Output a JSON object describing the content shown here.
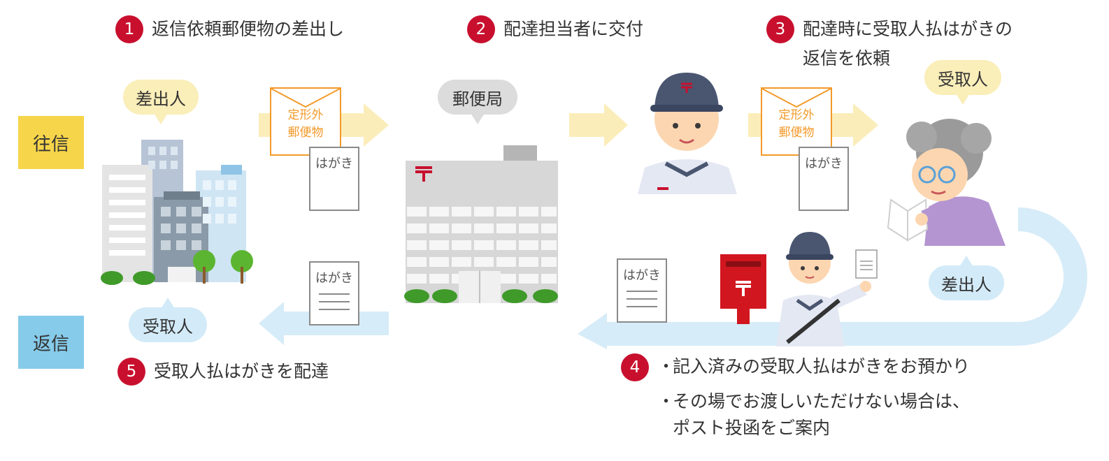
{
  "rows": {
    "outgoing": "往信",
    "reply": "返信"
  },
  "steps": [
    {
      "num": "1",
      "text": "返信依頼郵便物の差出し"
    },
    {
      "num": "2",
      "text": "配達担当者に交付"
    },
    {
      "num": "3",
      "line1": "配達時に受取人払はがきの",
      "line2": "返信を依頼"
    },
    {
      "num": "4",
      "b1": "記入済みの受取人払はがきをお預かり",
      "b2_line1": "その場でお渡しいただけない場合は、",
      "b2_line2": "ポスト投函をご案内"
    },
    {
      "num": "5",
      "text": "受取人払はがきを配達"
    }
  ],
  "bullet_mark": "・",
  "bubbles": {
    "sender_top": "差出人",
    "post_office": "郵便局",
    "recipient_top": "受取人",
    "sender_bottom": "差出人",
    "recipient_bottom": "受取人"
  },
  "mail": {
    "nonstandard_line1": "定形外",
    "nonstandard_line2": "郵便物",
    "postcard": "はがき"
  },
  "colors": {
    "step_red": "#c8102e",
    "outgoing_label": "#f7d54a",
    "reply_label": "#86cbea",
    "arrow_outgoing": "#fbedb9",
    "arrow_reply": "#d6ecf8",
    "envelope_orange": "#f39a2a"
  }
}
